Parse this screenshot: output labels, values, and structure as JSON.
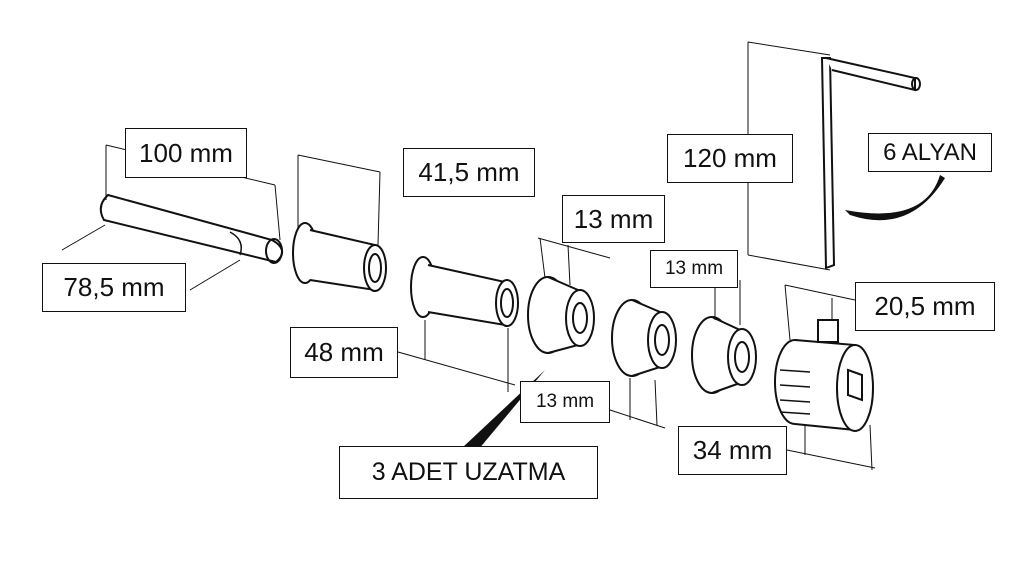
{
  "labels": {
    "rod_length": "100 mm",
    "rod_body": "78,5 mm",
    "flange_pipe": "41,5 mm",
    "extension_pipe": "48 mm",
    "ring_1": "13 mm",
    "ring_2": "13 mm",
    "ring_3": "13 mm",
    "allen_length": "120 mm",
    "allen_type": "6 ALYAN",
    "nozzle": "20,5 mm",
    "body": "34 mm",
    "extensions_note": "3 ADET UZATMA"
  }
}
